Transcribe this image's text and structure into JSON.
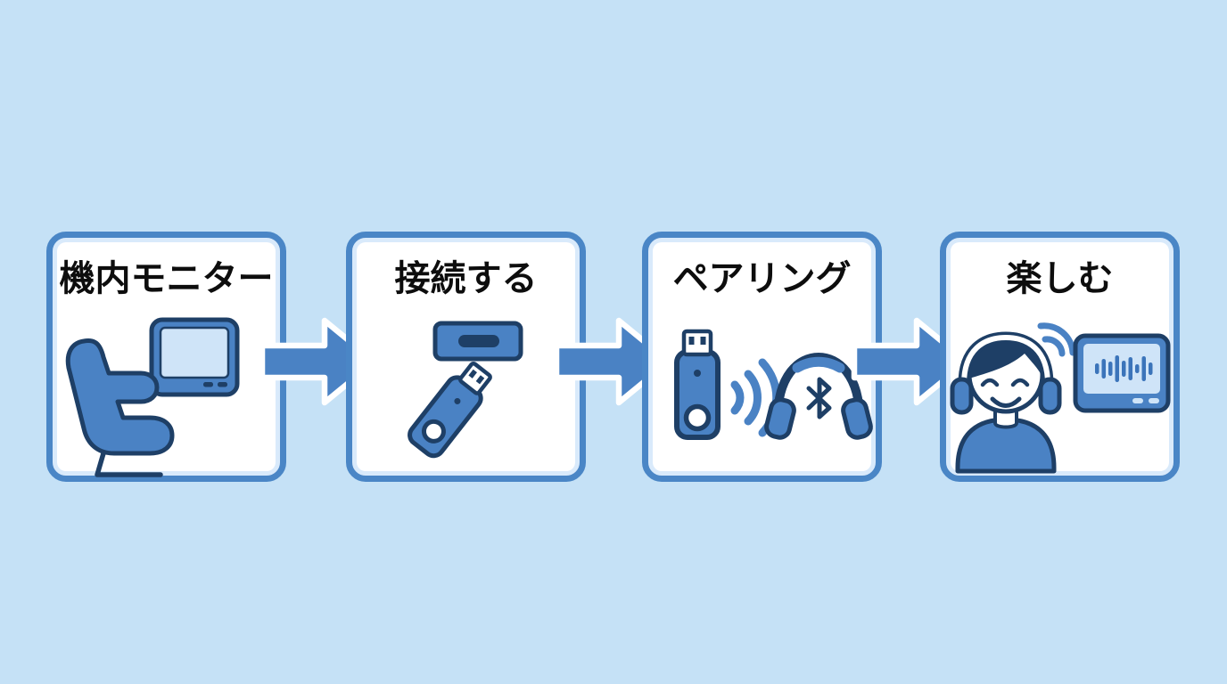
{
  "page": {
    "background_color": "#c5e1f6",
    "description": "4-step process flow for using a Bluetooth transmitter with an in-flight seatback monitor"
  },
  "palette": {
    "box_background": "#ffffff",
    "box_border": "#4a86c6",
    "arrow_fill": "#4a82c4",
    "arrow_outline": "#ffffff",
    "icon_primary": "#4a82c4",
    "icon_outline": "#1e3f66",
    "icon_screen": "#cfe4f8",
    "title_color": "#0d0d0d"
  },
  "diagram": {
    "type": "process-flow",
    "direction": "left-to-right",
    "steps": [
      {
        "title": "機内モニター",
        "icons": [
          "airplane-seat-icon",
          "seatback-monitor-icon"
        ]
      },
      {
        "title": "接続する",
        "icons": [
          "usb-port-icon",
          "usb-dongle-icon"
        ]
      },
      {
        "title": "ペアリング",
        "icons": [
          "usb-transmitter-icon",
          "wireless-signal-icon",
          "bluetooth-headphones-icon"
        ]
      },
      {
        "title": "楽しむ",
        "icons": [
          "listener-with-headphones-icon",
          "wireless-signal-icon",
          "audio-waveform-monitor-icon"
        ]
      }
    ],
    "connectors": [
      "arrow-right-icon",
      "arrow-right-icon",
      "arrow-right-icon"
    ]
  }
}
